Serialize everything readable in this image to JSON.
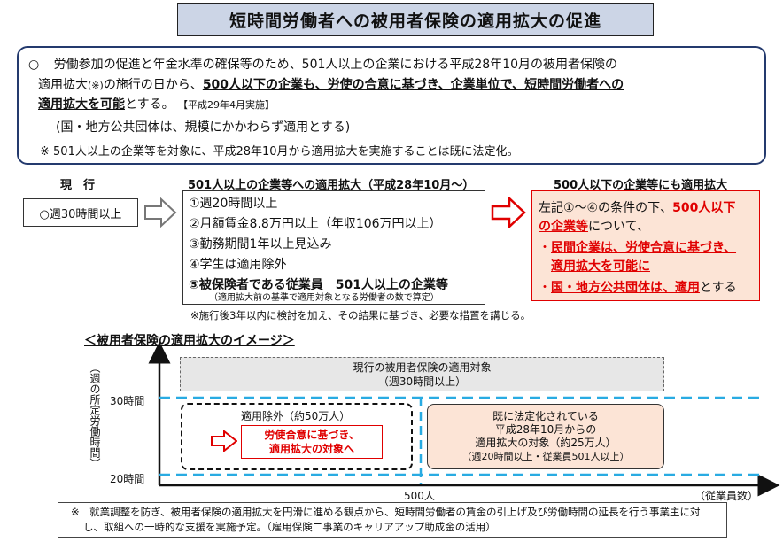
{
  "title": "短時間労働者への被用者保険の適用拡大の促進",
  "top": {
    "bullet": "○",
    "line1": "労働参加の促進と年金水準の確保等のため、501人以上の企業における平成28年10月の被用者保険の",
    "line2_pre": "適用拡大",
    "line2_note": "(※)",
    "line2_mid": "の施行の日から、",
    "line2_bold": "500人以下の企業も、労使の合意に基づき、企業単位で、短時間労働者への",
    "line3_bold": "適用拡大を可能",
    "line3_post": "とする。",
    "line3_small": "【平成29年4月実施】",
    "line4": "(国・地方公共団体は、規模にかかわらず適用とする)",
    "line5": "※ 501人以上の企業等を対象に、平成28年10月から適用拡大を実施することは既に法定化。"
  },
  "current": {
    "header": "現　行",
    "box": "○週30時間以上"
  },
  "large": {
    "header": "501人以上の企業等への適用拡大（平成28年10月～）",
    "items": [
      "①週20時間以上",
      "②月額賃金8.8万円以上（年収106万円以上）",
      "③勤務期間1年以上見込み",
      "④学生は適用除外"
    ],
    "item5": "⑤被保険者である従業員　501人以上の企業等",
    "item5_note": "（適用拡大前の基準で適用対象となる労働者の数で算定）",
    "footnote": "※施行後3年以内に検討を加え、その結果に基づき、必要な措置を講じる。"
  },
  "small_co": {
    "header": "500人以下の企業等にも適用拡大",
    "l1_pre": "左記①～④の条件の下、",
    "l1_red": "500人以下",
    "l2_red": "の企業等",
    "l2_post": "について、",
    "b1_bullet": "・",
    "b1_l1": "民間企業は、労使合意に基づき、",
    "b1_l2": "適用拡大を可能に",
    "b2_bullet": "・",
    "b2_red": "国・地方公共団体は、適用",
    "b2_post": "とする"
  },
  "image": {
    "heading": "＜被用者保険の適用拡大のイメージ＞",
    "y_label": "（週の所定労働時間）",
    "y30": "30時間",
    "y20": "20時間",
    "x500": "500人",
    "x_label": "（従業員数）",
    "current_scope": "現行の被用者保険の適用対象",
    "current_scope_sub": "（週30時間以上）",
    "excluded": "適用除外（約50万人）",
    "excluded_red_l1": "労使合意に基づき、",
    "excluded_red_l2": "適用拡大の対象へ",
    "legal_l1": "既に法定化されている",
    "legal_l2": "平成28年10月からの",
    "legal_l3": "適用拡大の対象（約25万人）",
    "legal_l4": "（週20時間以上・従業員501人以上）"
  },
  "bottom_note": {
    "l1": "※　就業調整を防ぎ、被用者保険の適用拡大を円滑に進める観点から、短時間労働者の賃金の引上げ及び労働時間の延長を行う事業主に対",
    "l2": "し、取組への一時的な支援を実施予定。（雇用保険二事業のキャリアアップ助成金の活用）"
  },
  "colors": {
    "title_bg": "#ccd5e6",
    "accent_red": "#e00000",
    "dashed_blue": "#29abe2",
    "peach": "#fce4d6",
    "grey": "#e7e7e7"
  }
}
